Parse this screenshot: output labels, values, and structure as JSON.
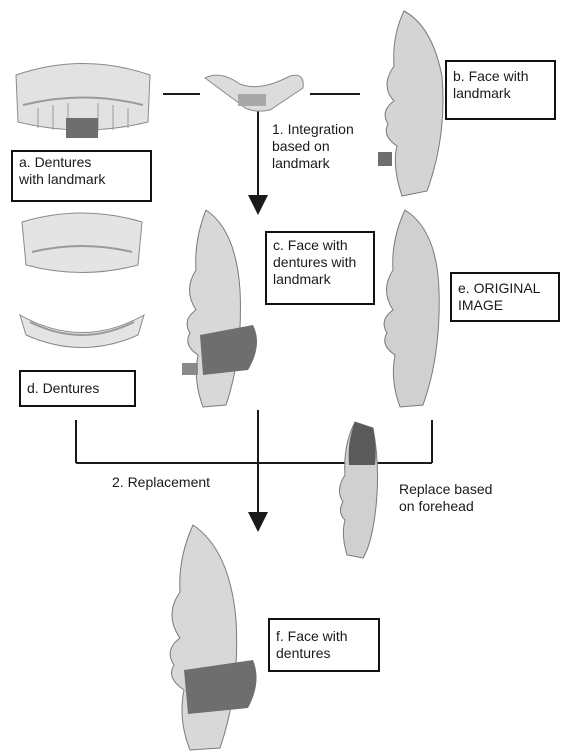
{
  "labels": {
    "a": [
      "a. Dentures",
      "with landmark"
    ],
    "b": [
      "b. Face with",
      "landmark"
    ],
    "c": [
      "c. Face with",
      "dentures with",
      "landmark"
    ],
    "d": [
      "d. Dentures"
    ],
    "e": [
      "e. ORIGINAL",
      "IMAGE"
    ],
    "f": [
      "f. Face with",
      "dentures"
    ]
  },
  "steps": {
    "integration": [
      "1. Integration",
      "based on",
      "landmark"
    ],
    "replacement": [
      "2. Replacement"
    ],
    "replace_note": [
      "Replace based",
      "on forehead"
    ]
  },
  "colors": {
    "line": "#1a1a1a",
    "face_light": "#d9d9d9",
    "face_dark": "#6e6e6e",
    "denture": "#cfcfcf",
    "landmark": "#5a5a5a"
  }
}
